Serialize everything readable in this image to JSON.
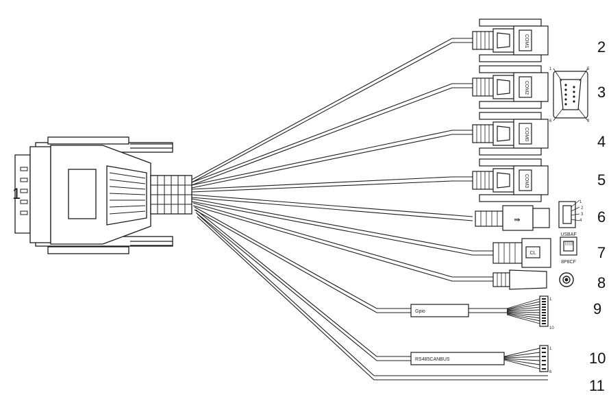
{
  "callouts": {
    "main_connector": "1",
    "com1": "2",
    "com_pinout": "3",
    "com0": "4",
    "com3": "5",
    "usb": "6",
    "lan": "7",
    "power": "8",
    "gpio": "9",
    "canbus": "10",
    "last": "11"
  },
  "connector_labels": {
    "com1": "COM1",
    "com2": "COM2",
    "com0": "COM0",
    "com3": "COM3",
    "lan": "CL",
    "gpio": "Gpio",
    "canbus": "RS485CANBUS",
    "usb_port": "USBAF",
    "rj45_port": "8P8CF"
  },
  "pin_numbers": {
    "db9_top_left": "1",
    "db9_top_right": "5",
    "db9_bottom_left": "6",
    "db9_bottom_right": "9",
    "usb": [
      "1",
      "2",
      "3",
      "4"
    ],
    "gpio_first": "1",
    "gpio_last": "10",
    "canbus_first": "1",
    "canbus_last": "6"
  },
  "colors": {
    "line": "#1a1a1a",
    "fill": "#ffffff",
    "shade": "#e8e8e8"
  }
}
